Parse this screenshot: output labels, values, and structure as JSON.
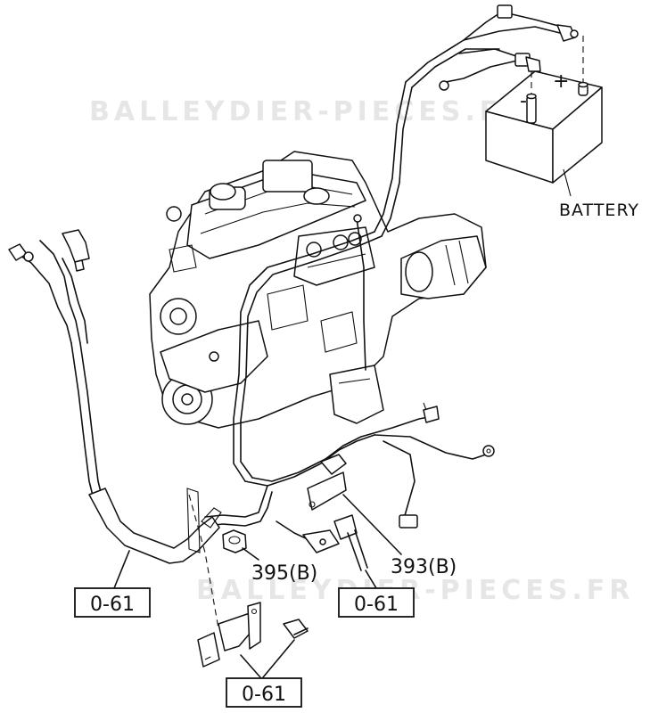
{
  "watermarks": [
    "BALLEYDIER-PIECES.FR",
    "BALLEYDIER-PIECES.FR"
  ],
  "labels": {
    "battery": "BATTERY",
    "battery_plus": "+",
    "battery_minus": "-",
    "part_395": "395(B)",
    "part_393": "393(B)"
  },
  "ref_boxes": [
    "0-61",
    "0-61",
    "0-61"
  ]
}
